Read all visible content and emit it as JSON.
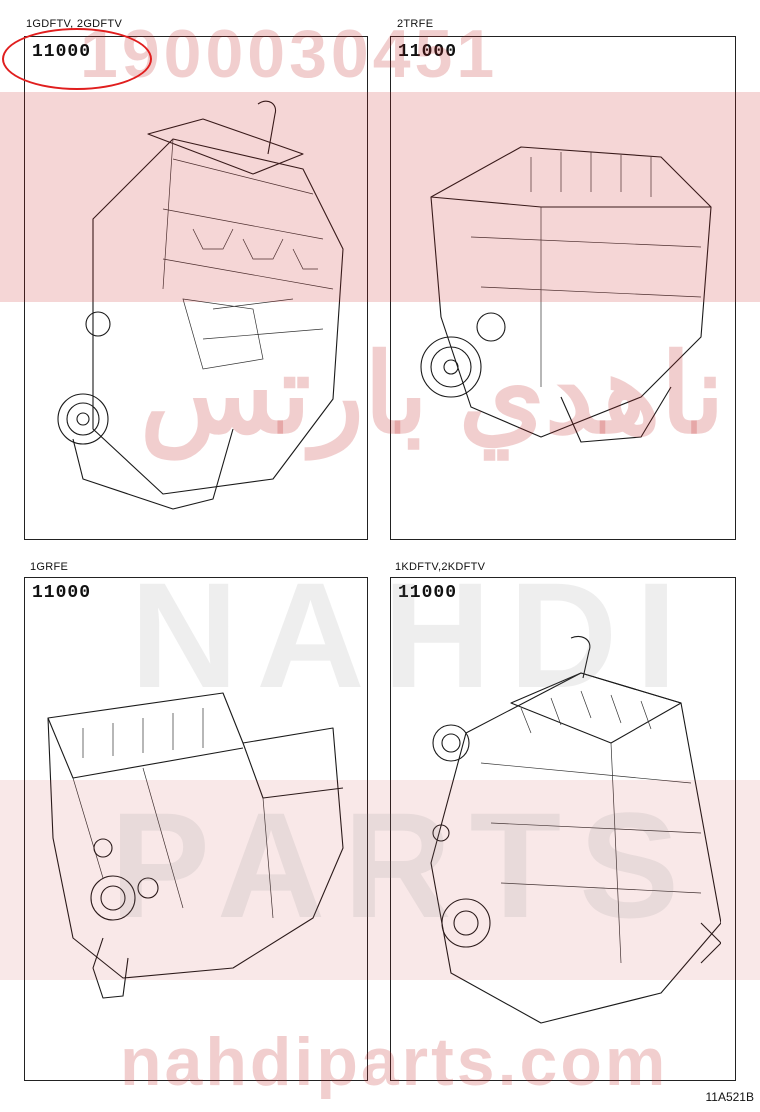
{
  "panels": [
    {
      "engine_codes": "1GDFTV, 2GDFTV",
      "part_number": "11000"
    },
    {
      "engine_codes": "2TRFE",
      "part_number": "11000"
    },
    {
      "engine_codes": "1GRFE",
      "part_number": "11000"
    },
    {
      "engine_codes": "1KDFTV,2KDFTV",
      "part_number": "11000"
    }
  ],
  "figure_ref": "11A521B",
  "watermark": {
    "part_code": "1900030451",
    "arabic_text": "ناهدي بارتس",
    "brand_upper": "NAHDI",
    "brand_upper2": "PARTS",
    "site": "nahdiparts.com",
    "color": "#c81e1e"
  },
  "highlight_color": "#e01e1e"
}
